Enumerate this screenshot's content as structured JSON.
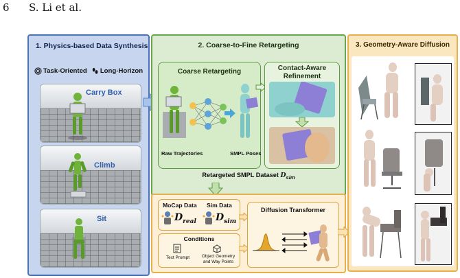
{
  "header": {
    "page_number": "6",
    "authors": "S. Li et al."
  },
  "panel1": {
    "title": "1.   Physics-based Data Synthesis",
    "tag_a": "Task-Oriented",
    "tag_b": "Long-Horizon",
    "clips": [
      {
        "label": "Carry Box"
      },
      {
        "label": "Climb"
      },
      {
        "label": "Sit"
      }
    ]
  },
  "panel2": {
    "title": "2. Coarse-to-Fine Retargeting",
    "coarse_title": "Coarse Retargeting",
    "refine_title_1": "Contact-Aware",
    "refine_title_2": "Refinement",
    "raw_label": "Raw Trajectories",
    "smpl_label": "SMPL Poses",
    "dataset_prefix": "Retargeted SMPL Dataset ",
    "dataset_symbol": "D",
    "dataset_sub": "sim"
  },
  "bottom": {
    "mocap_label": "MoCap Data",
    "sim_label": "Sim Data",
    "d_symbol": "D",
    "real_sub": "real",
    "sim_sub": "sim",
    "conditions_label": "Conditions",
    "text_prompt": "Text Prompt",
    "object_line1": "Object Geometry",
    "object_line2": "and Way Points",
    "diffusion_label": "Diffusion Transformer"
  },
  "panel3": {
    "title": "3. Geometry-Aware Diffusion"
  },
  "colors": {
    "panel1_bg": "#c7d6ee",
    "panel1_border": "#4a73b8",
    "panel2_bg": "#dcecd3",
    "panel2_border": "#6aa54d",
    "panel3_bg": "#fbe7bf",
    "panel3_border": "#e8b04a",
    "label_blue": "#2f5fae",
    "robot_green": "#6fb33a"
  }
}
